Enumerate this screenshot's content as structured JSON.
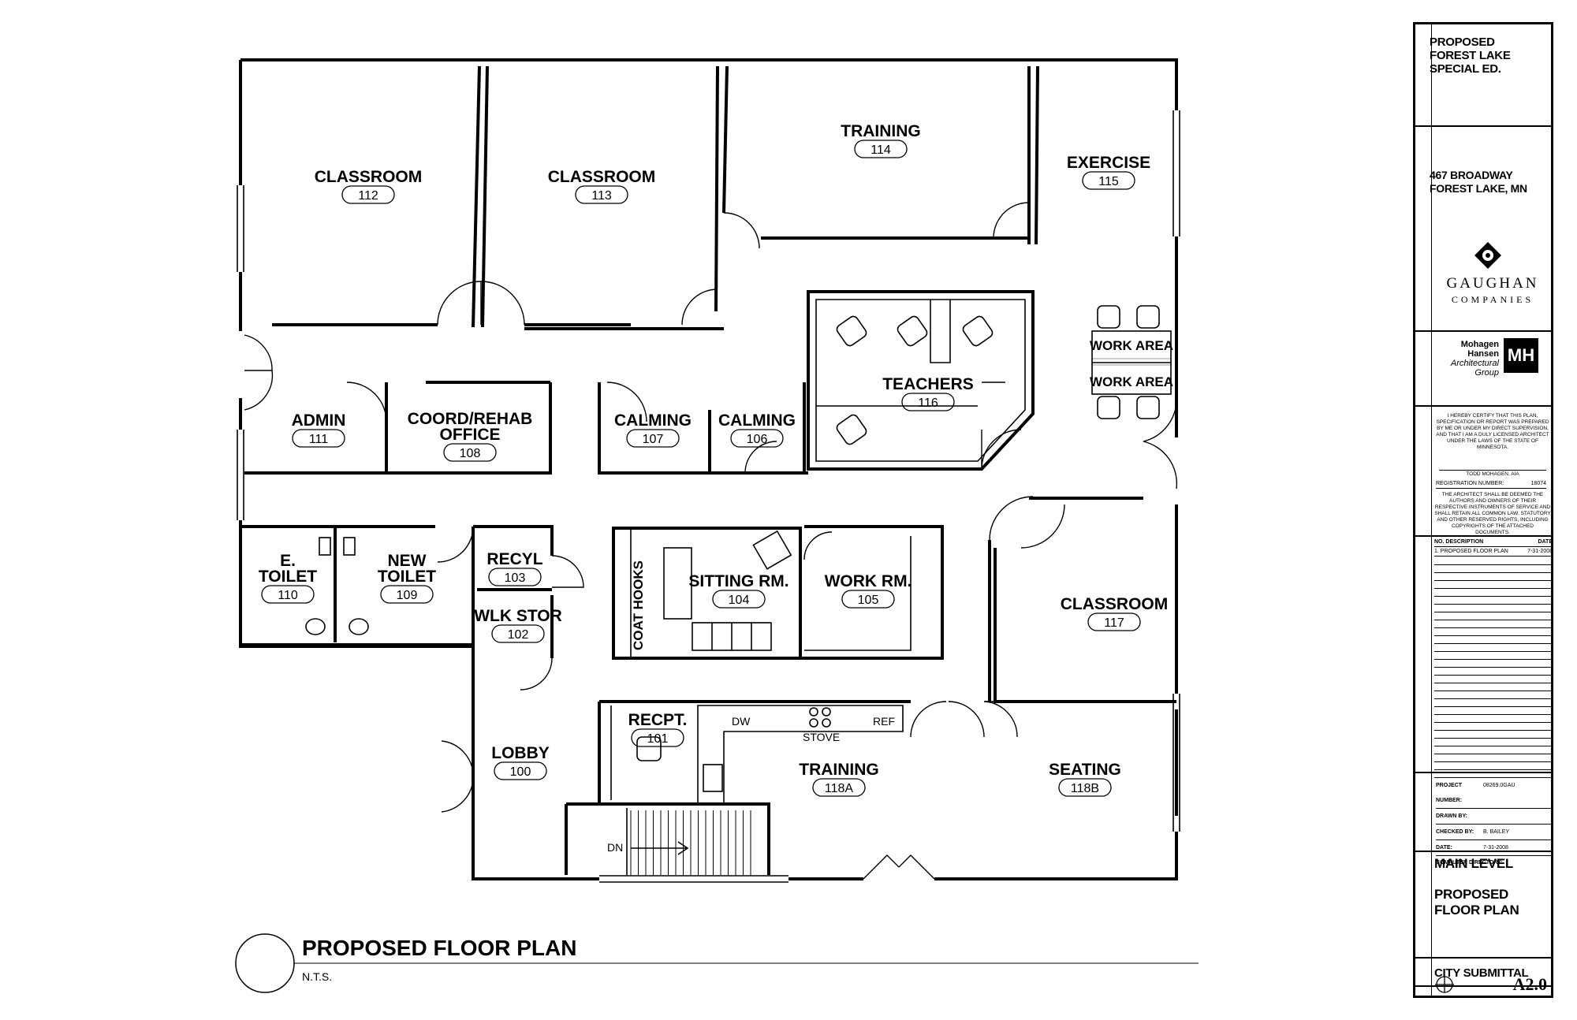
{
  "rooms": [
    {
      "name": "CLASSROOM",
      "num": "112"
    },
    {
      "name": "CLASSROOM",
      "num": "113"
    },
    {
      "name": "TRAINING",
      "num": "114"
    },
    {
      "name": "EXERCISE",
      "num": "115"
    },
    {
      "name": "TEACHERS",
      "num": "116"
    },
    {
      "name": "ADMIN",
      "num": "111"
    },
    {
      "name": "COORD/REHAB",
      "name2": "OFFICE",
      "num": "108"
    },
    {
      "name": "CALMING",
      "num": "107"
    },
    {
      "name": "CALMING",
      "num": "106"
    },
    {
      "name": "E.",
      "name2": "TOILET",
      "num": "110"
    },
    {
      "name": "NEW",
      "name2": "TOILET",
      "num": "109"
    },
    {
      "name": "RECYL",
      "num": "103"
    },
    {
      "name": "WLK STOR",
      "num": "102"
    },
    {
      "name": "SITTING RM.",
      "num": "104"
    },
    {
      "name": "WORK RM.",
      "num": "105"
    },
    {
      "name": "CLASSROOM",
      "num": "117"
    },
    {
      "name": "LOBBY",
      "num": "100"
    },
    {
      "name": "RECPT.",
      "num": "101"
    },
    {
      "name": "TRAINING",
      "num": "118A"
    },
    {
      "name": "SEATING",
      "num": "118B"
    }
  ],
  "labels": {
    "work_area_1": "WORK AREA",
    "work_area_2": "WORK AREA",
    "coat_hooks": "COAT HOOKS",
    "dw": "DW",
    "stove": "STOVE",
    "ref": "REF",
    "dn": "DN"
  },
  "plan_title": {
    "title": "PROPOSED FLOOR PLAN",
    "scale": "N.T.S."
  },
  "title_block": {
    "project_lines": [
      "PROPOSED",
      "FOREST LAKE",
      "SPECIAL ED."
    ],
    "address_lines": [
      "467 BROADWAY",
      "FOREST LAKE, MN"
    ],
    "gaughan": "GAUGHAN",
    "companies": "COMPANIES",
    "architect_lines": [
      "Mohagen",
      "Hansen",
      "Architectural",
      "Group"
    ],
    "architect_logo": "MH",
    "certification": "I HEREBY CERTIFY THAT THIS PLAN, SPECIFICATION OR REPORT WAS PREPARED BY ME OR UNDER MY DIRECT SUPERVISION, AND THAT I AM A DULY LICENSED ARCHITECT UNDER THE LAWS OF THE STATE OF MINNESOTA.",
    "signer": "TODD MOHAGEN, AIA",
    "registration_label": "REGISTRATION NUMBER:",
    "registration_number": "18074",
    "rights": "THE ARCHITECT SHALL BE DEEMED THE AUTHORS AND OWNERS OF THEIR RESPECTIVE INSTRUMENTS OF SERVICE AND SHALL RETAIN ALL COMMON LAW, STATUTORY AND OTHER RESERVED RIGHTS, INCLUDING COPYRIGHTS OF THE ATTACHED DOCUMENTS.",
    "rev_header_left": "NO.  DESCRIPTION",
    "rev_header_right": "DATE",
    "rev_entry_left": "1.  PROPOSED FLOOR PLAN",
    "rev_entry_right": "7-31-2008",
    "project_number_label": "PROJECT NUMBER:",
    "project_number": "08269.0GAU",
    "drawn_label": "DRAWN BY:",
    "checked_label": "CHECKED BY:",
    "checked_by": "B. BAILEY",
    "date_label": "DATE:",
    "date": "7-31-2008",
    "dir_label": "COMPUTER DIRECTORY:",
    "sheet_title_1": "MAIN LEVEL",
    "sheet_title_2": "PROPOSED",
    "sheet_title_3": "FLOOR PLAN",
    "phase": "CITY SUBMITTAL",
    "sheet_number": "A2.0"
  }
}
